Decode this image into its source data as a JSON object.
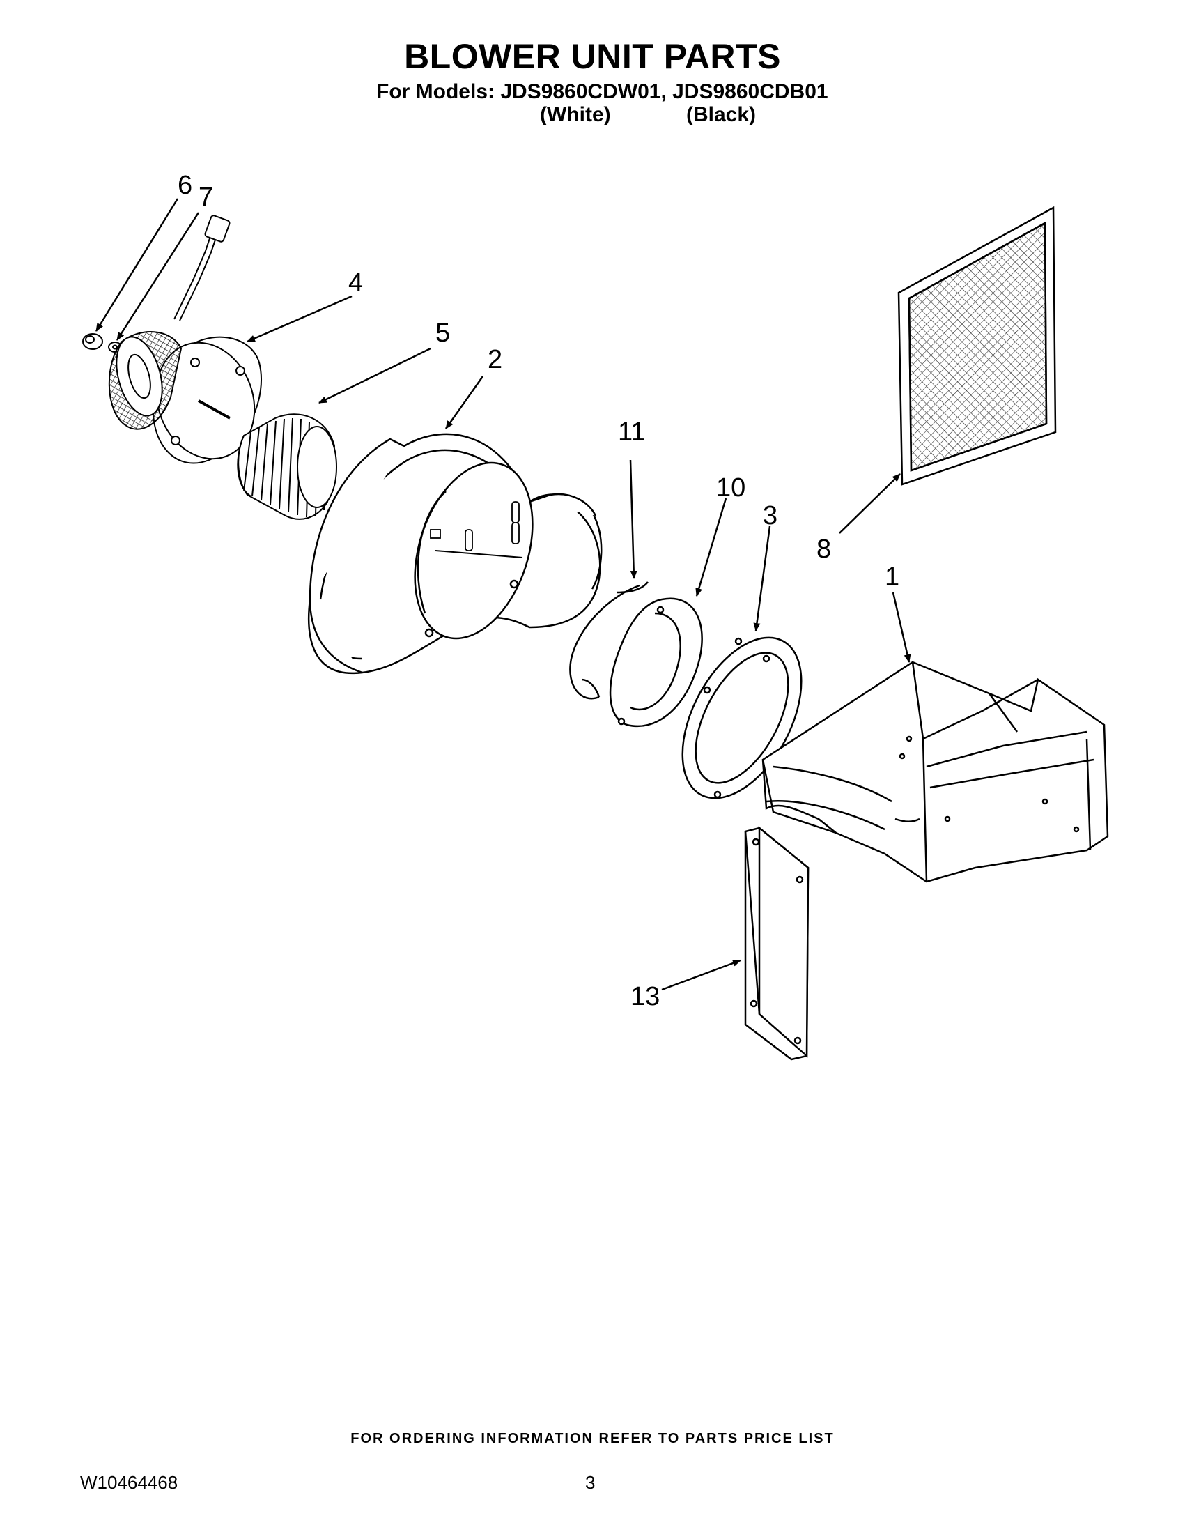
{
  "header": {
    "title": "BLOWER UNIT PARTS",
    "models_line": "For Models: JDS9860CDW01, JDS9860CDB01",
    "variant_white": "(White)",
    "variant_black": "(Black)"
  },
  "callouts": {
    "c1": "1",
    "c2": "2",
    "c3": "3",
    "c4": "4",
    "c5": "5",
    "c6": "6",
    "c7": "7",
    "c8": "8",
    "c10": "10",
    "c11": "11",
    "c13": "13"
  },
  "footer": {
    "note": "FOR ORDERING INFORMATION REFER TO PARTS PRICE LIST",
    "doc_id": "W10464468",
    "page": "3"
  }
}
